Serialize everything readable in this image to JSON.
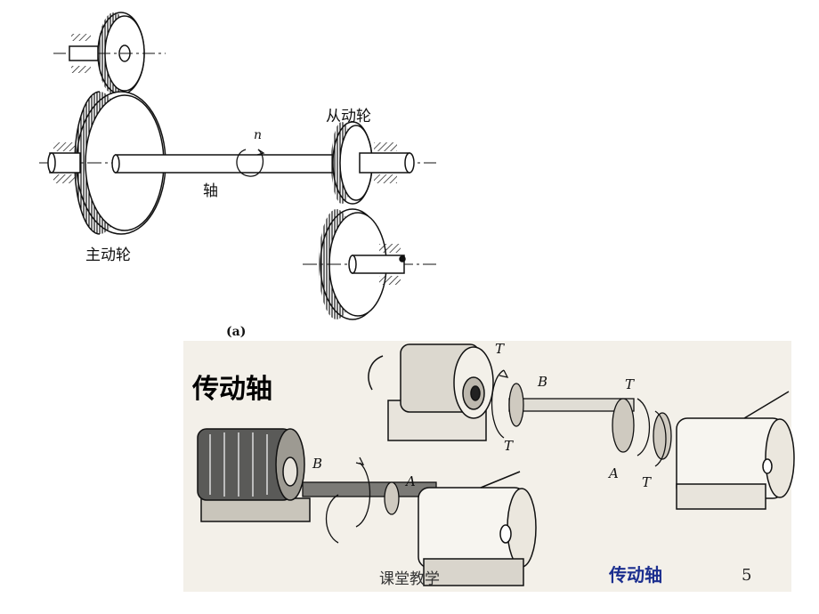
{
  "diagram_a": {
    "driven_wheel_label": "从动轮",
    "rotation_label": "n",
    "shaft_label": "轴",
    "driver_wheel_label": "主动轮",
    "figure_label": "(a)"
  },
  "photo": {
    "title": "传动轴",
    "labels": {
      "t1": "T",
      "b1": "B",
      "t2": "T",
      "t3": "T",
      "a1": "A",
      "t4": "T",
      "b2": "B",
      "a2": "A"
    }
  },
  "footer": {
    "caption": "传动轴",
    "watermark": "课堂教学",
    "page_number": "5"
  },
  "colors": {
    "caption_blue": "#1c2f8f",
    "panel_bg": "#f3f0e9",
    "ink": "#111111"
  }
}
